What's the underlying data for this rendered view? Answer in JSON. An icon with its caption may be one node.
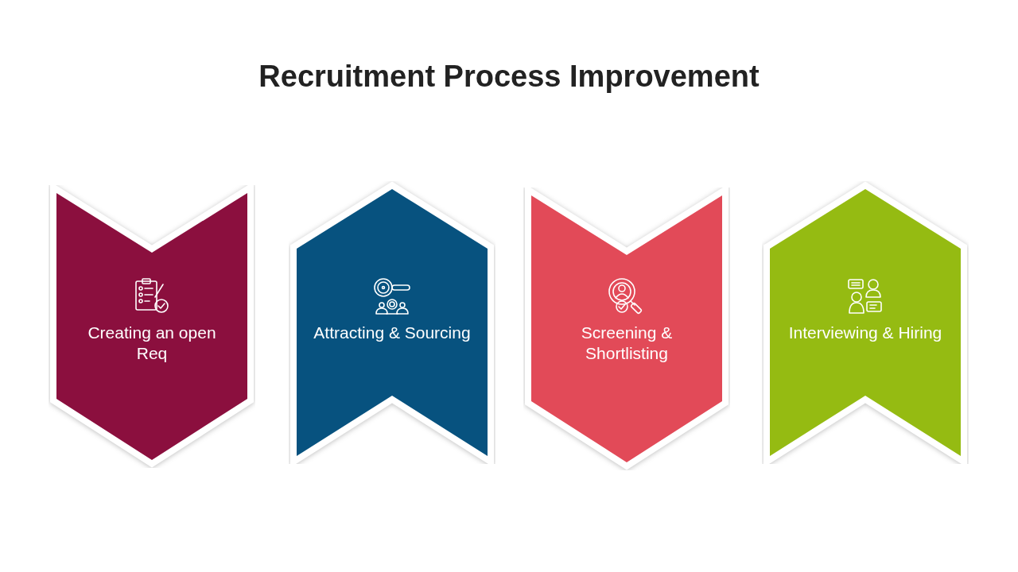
{
  "diagram": {
    "title": "Recruitment Process Improvement",
    "nodes": [
      {
        "text": [
          "Creating an open Req"
        ]
      },
      {
        "text": [
          "Attracting & Sourcing"
        ]
      },
      {
        "text": [
          "Screening & Shortlisting"
        ]
      },
      {
        "text": [
          "Interviewing & Hiring"
        ]
      }
    ]
  }
}
